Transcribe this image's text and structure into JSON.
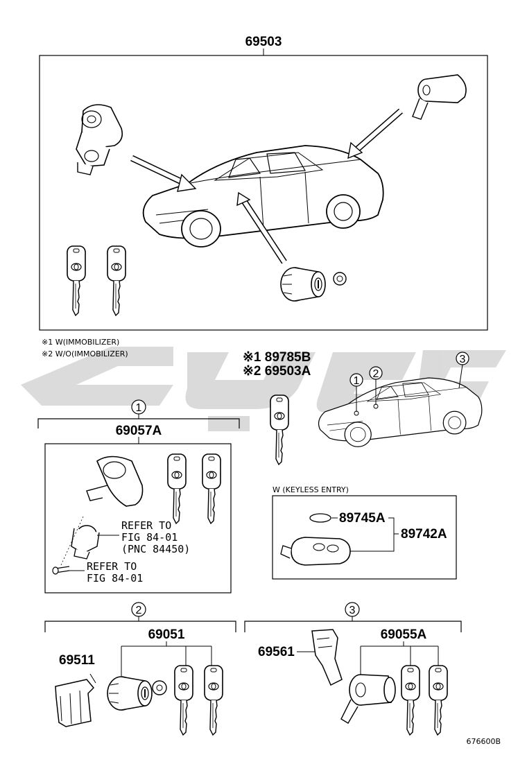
{
  "top_assembly": {
    "part_no": "69503"
  },
  "notes": {
    "n1": "※1 W(IMMOBILIZER)",
    "n2": "※2 W/O(IMMOBILIZER)"
  },
  "key_parts": {
    "k1": "※1 89785B",
    "k2": "※2 69503A"
  },
  "callouts": {
    "c1": "1",
    "c2": "2",
    "c3": "3"
  },
  "group1": {
    "part_no": "69057A",
    "ref1": [
      "REFER TO",
      "FIG 84-01",
      "(PNC 84450)"
    ],
    "ref2": [
      "REFER TO",
      "FIG 84-01"
    ]
  },
  "keyless": {
    "label": "W (KEYLESS ENTRY)",
    "battery_no": "89745A",
    "transmitter_no": "89742A"
  },
  "group2": {
    "part_no": "69051",
    "clip_no": "69511"
  },
  "group3": {
    "part_no": "69055A",
    "clip_no": "69561"
  },
  "watermark": {
    "color": "#d9d9d9"
  },
  "figure_id": "676600B"
}
